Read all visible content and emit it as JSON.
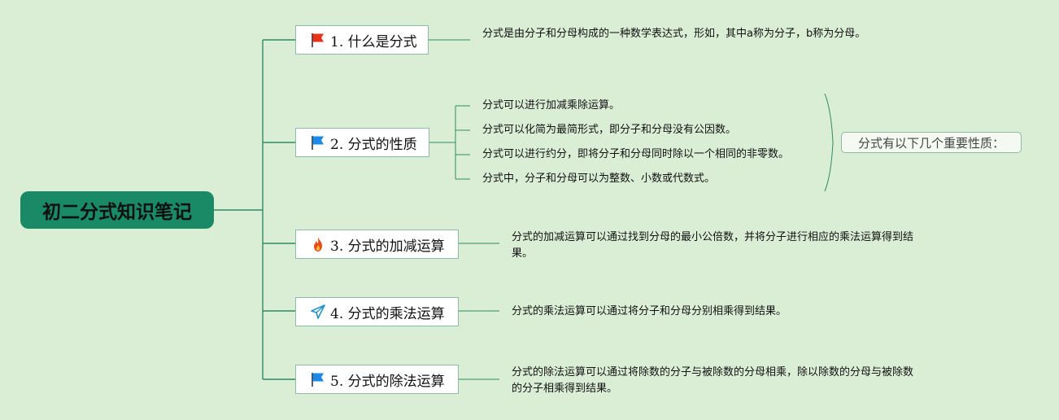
{
  "root": {
    "title": "初二分式知识笔记"
  },
  "topics": [
    {
      "label": "1. 什么是分式",
      "icon": "red-flag-icon",
      "notes": [
        "分式是由分子和分母构成的一种数学表达式，形如，其中a称为分子，b称为分母。"
      ]
    },
    {
      "label": "2. 分式的性质",
      "icon": "blue-flag-icon",
      "notes": [
        "分式可以进行加减乘除运算。",
        "分式可以化简为最简形式，即分子和分母没有公因数。",
        "分式可以进行约分，即将分子和分母同时除以一个相同的非零数。",
        "分式中，分子和分母可以为整数、小数或代数式。"
      ],
      "summary": "分式有以下几个重要性质："
    },
    {
      "label": "3. 分式的加减运算",
      "icon": "fire-icon",
      "notes": [
        "分式的加减运算可以通过找到分母的最小公倍数，并将分子进行相应的乘法运算得到结果。"
      ]
    },
    {
      "label": "4. 分式的乘法运算",
      "icon": "paper-plane-icon",
      "notes": [
        "分式的乘法运算可以通过将分子和分母分别相乘得到结果。"
      ]
    },
    {
      "label": "5. 分式的除法运算",
      "icon": "blue-flag-icon",
      "notes": [
        "分式的除法运算可以通过将除数的分子与被除数的分母相乘，除以除数的分母与被除数的分子相乘得到结果。"
      ]
    }
  ],
  "colors": {
    "background": "#daeed6",
    "root_fill": "#1a8a66",
    "connector": "#2e8b62",
    "flag_red": "#e8331c",
    "flag_blue": "#1e88e5",
    "fire": "#e84a1c",
    "plane": "#2a8fc9"
  }
}
